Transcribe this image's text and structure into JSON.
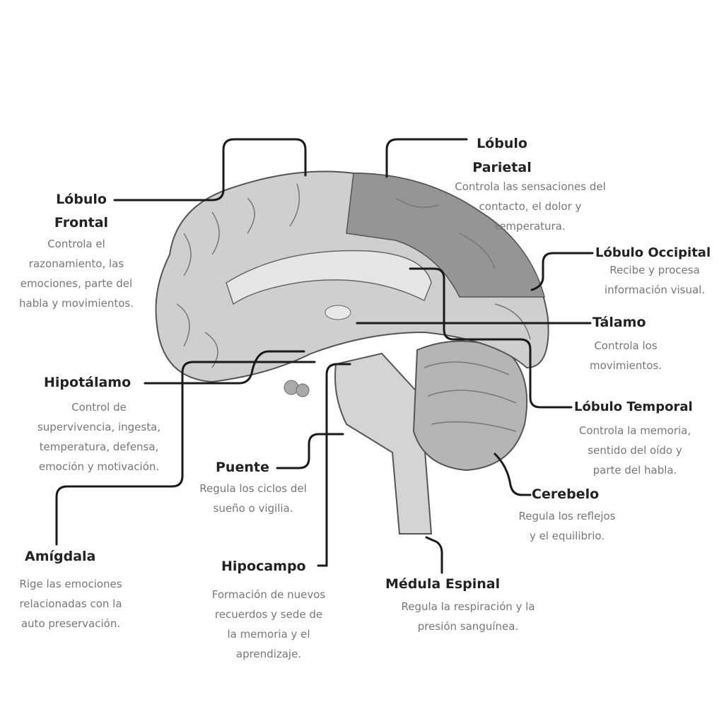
{
  "colors": {
    "line": "#1a1a1a",
    "title": "#222222",
    "desc": "#777777",
    "brain": "#c9c9c9",
    "parietal": "#8f8f8f",
    "outline": "#555555"
  },
  "labels": {
    "frontal": {
      "title": [
        "Lóbulo",
        "Frontal"
      ],
      "desc": [
        "Controla el",
        "razonamiento, las",
        "emociones, parte del",
        "habla y movimientos."
      ]
    },
    "parietal": {
      "title": [
        "Lóbulo",
        "Parietal"
      ],
      "desc": [
        "Controla las sensaciones del",
        "contacto, el dolor y",
        "temperatura."
      ]
    },
    "occipital": {
      "title": [
        "Lóbulo Occipital"
      ],
      "desc": [
        "Recibe y procesa",
        "información visual."
      ]
    },
    "talamo": {
      "title": [
        "Tálamo"
      ],
      "desc": [
        "Controla los",
        "movimientos."
      ]
    },
    "temporal": {
      "title": [
        "Lóbulo Temporal"
      ],
      "desc": [
        "Controla la memoria,",
        "sentido del oído y",
        "parte del habla."
      ]
    },
    "cerebelo": {
      "title": [
        "Cerebelo"
      ],
      "desc": [
        "Regula los reflejos",
        "y el equilibrio."
      ]
    },
    "medula": {
      "title": [
        "Médula Espinal"
      ],
      "desc": [
        "Regula la respiración y la",
        "presión sanguínea."
      ]
    },
    "hipocampo": {
      "title": [
        "Hipocampo"
      ],
      "desc": [
        "Formación de nuevos",
        "recuerdos y sede de",
        "la memoria y el",
        "aprendizaje."
      ]
    },
    "puente": {
      "title": [
        "Puente"
      ],
      "desc": [
        "Regula los ciclos del",
        "sueño o vigilia."
      ]
    },
    "amigdala": {
      "title": [
        "Amígdala"
      ],
      "desc": [
        "Rige las emociones",
        "relacionadas con la",
        "auto preservación."
      ]
    },
    "hipotalamo": {
      "title": [
        "Hipotálamo"
      ],
      "desc": [
        "Control de",
        "supervivencia, ingesta,",
        "temperatura, defensa,",
        "emoción y motivación."
      ]
    }
  }
}
